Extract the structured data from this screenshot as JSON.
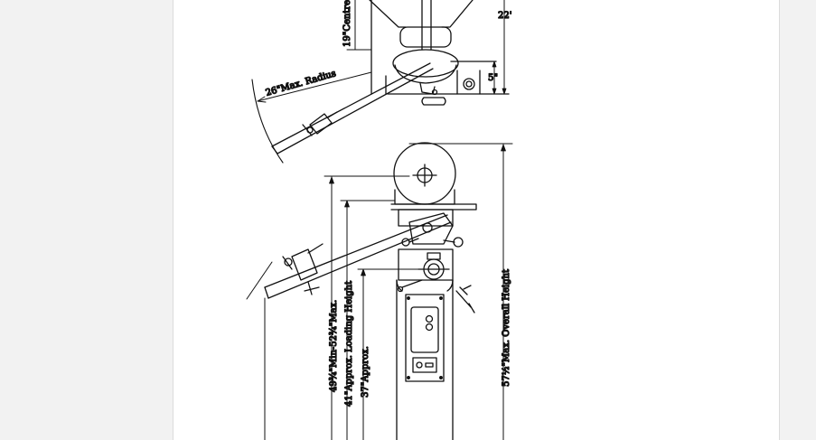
{
  "labels": {
    "centre": "19\"Centre",
    "top_right": "22'",
    "offset": "5\"",
    "radius": "26\"Max. Radius",
    "range": "49¾\"Min-52¾\"Max.",
    "loading_height": "41\"Approx. Loading Height",
    "approx_37": "37\"Approx.",
    "overall_height": "57½\"Max. Overall Height"
  },
  "colors": {
    "ink": "#111111",
    "page": "#ffffff",
    "viewer_bg": "#f2f2f2"
  }
}
